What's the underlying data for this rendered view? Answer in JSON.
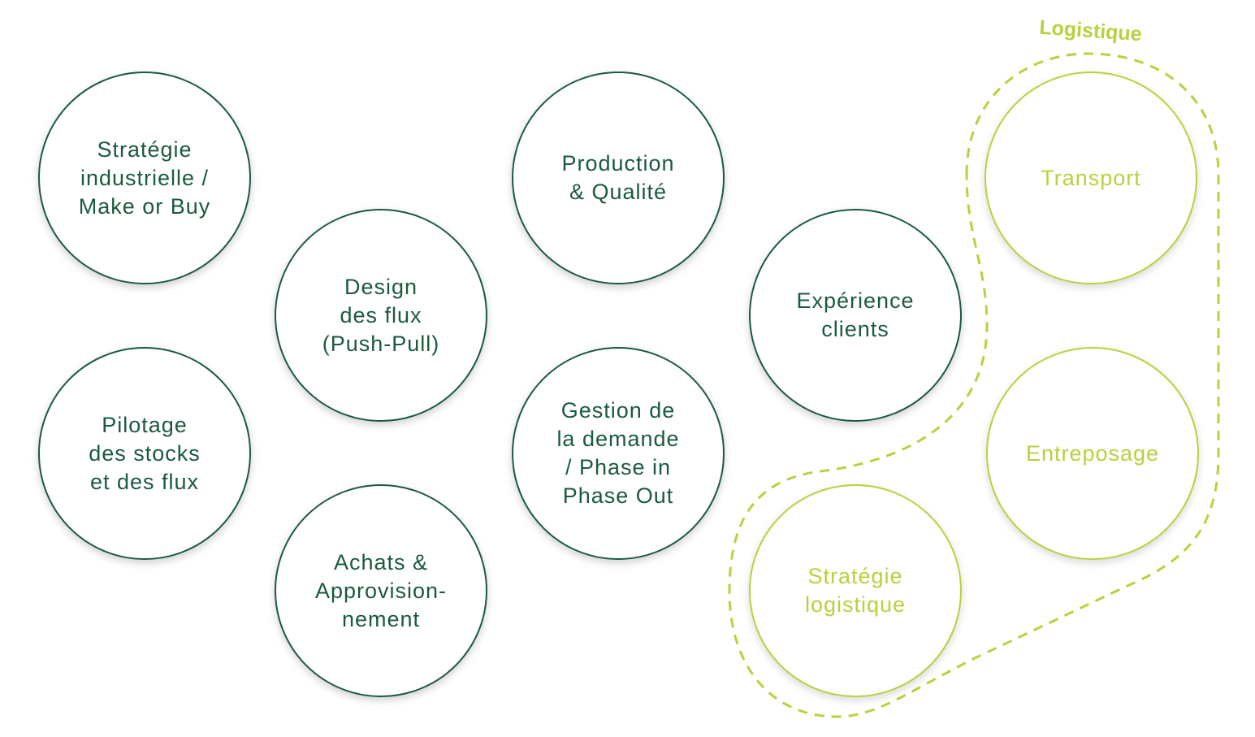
{
  "colors": {
    "dark_green": "#1b5a3e",
    "lime_green": "#b9d13c",
    "background": "#ffffff"
  },
  "group": {
    "label": "Logistique"
  },
  "circles": {
    "strategie_industrielle": "Stratégie\nindustrielle /\nMake or Buy",
    "pilotage": "Pilotage\ndes stocks\net des flux",
    "design_flux": "Design\ndes flux\n(Push-Pull)",
    "achats": "Achats &\nApprovision-\nnement",
    "production": "Production\n& Qualité",
    "gestion_demande": "Gestion de\nla demande\n/ Phase in\nPhase Out",
    "experience_clients": "Expérience\nclients",
    "strategie_logistique": "Stratégie\nlogistique",
    "transport": "Transport",
    "entreposage": "Entreposage"
  }
}
